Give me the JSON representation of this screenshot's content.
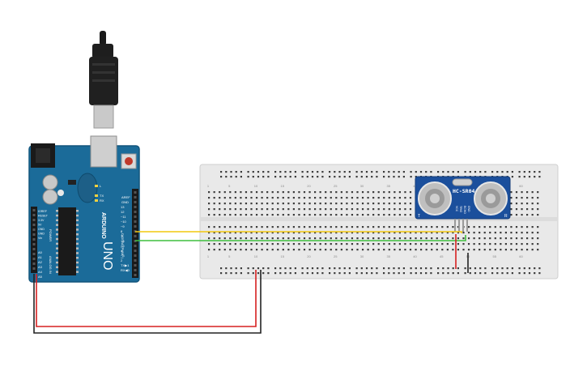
{
  "arduino": {
    "brand": "ARDUINO",
    "model": "UNO",
    "digital_label": "DIGITAL (PWM~)",
    "power_label": "POWER",
    "analog_label": "ANALOG IN",
    "aref": "AREF",
    "gnd": "GND",
    "pins_right": [
      "13",
      "12",
      "~11",
      "~10",
      "~9",
      "8",
      "7",
      "~6",
      "~5",
      "4",
      "~3",
      "2",
      "TX▶1",
      "RX◀0"
    ],
    "pins_left_power": [
      "IOREF",
      "RESET",
      "3.3V",
      "5V",
      "GND",
      "GND",
      "Vin"
    ],
    "pins_left_analog": [
      "A0",
      "A1",
      "A2",
      "A3",
      "A4",
      "A5"
    ],
    "tx_led": "TX",
    "rx_led": "RX",
    "l_led": "L"
  },
  "breadboard": {
    "col_numbers": [
      "1",
      "5",
      "10",
      "15",
      "20",
      "25",
      "30",
      "35",
      "40",
      "45",
      "50",
      "55",
      "60"
    ]
  },
  "sensor": {
    "label": "HC-SR04",
    "pin_labels": [
      "VCC",
      "TRIG",
      "ECHO",
      "GND"
    ],
    "side_t": "T",
    "side_r": "R"
  },
  "wire_colors": {
    "yellow": "#f2c80f",
    "green": "#3fbf3f",
    "red": "#d62020",
    "black": "#222222"
  }
}
